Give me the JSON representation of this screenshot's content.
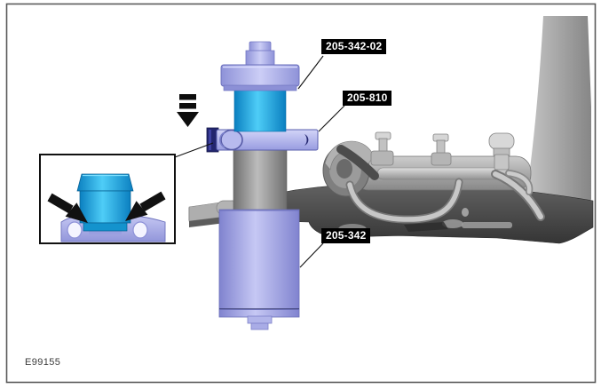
{
  "figure": {
    "code": "E99155",
    "callouts": [
      {
        "text": "205-342-02"
      },
      {
        "text": "205-810"
      },
      {
        "text": "205-342"
      }
    ],
    "colors": {
      "tool_cyan": "#2fbcee",
      "tool_lavender": "#b4b7ec",
      "tool_navy": "#23266e",
      "machinery_gray": "#8f8f8f",
      "callout_bg": "#000000",
      "callout_fg": "#ffffff",
      "border_gray": "#5a5a5a"
    }
  }
}
